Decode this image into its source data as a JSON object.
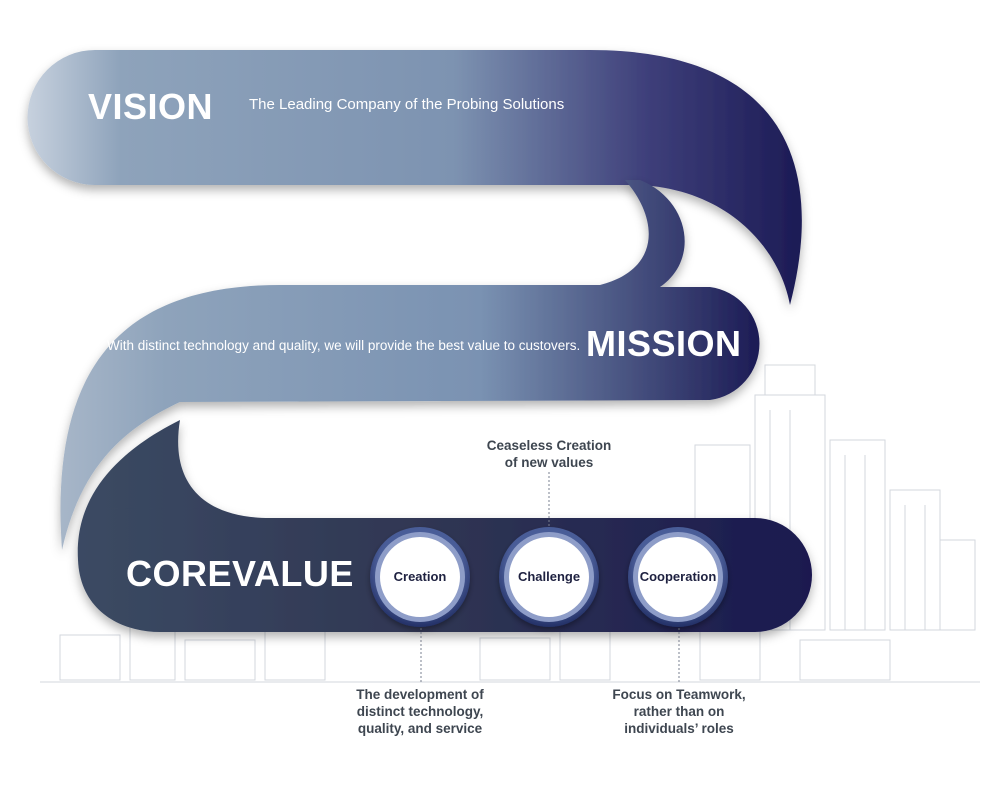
{
  "vision": {
    "title": "VISION",
    "text": "The Leading Company of the Probing Solutions"
  },
  "mission": {
    "title": "MISSION",
    "text": "With distinct technology and quality, we will provide the best value to custovers."
  },
  "corevalue": {
    "title": "COREVALUE",
    "values": [
      {
        "label": "Creation",
        "caption": "The development of distinct technology, quality, and service"
      },
      {
        "label": "Challenge",
        "caption": "Ceaseless Creation of new values"
      },
      {
        "label": "Cooperation",
        "caption": "Focus on Teamwork, rather than on individuals’ roles"
      }
    ]
  },
  "colors": {
    "band_light": "#8ea3bb",
    "band_mid": "#7a92b2",
    "band_dark": "#1c1b55",
    "core_dark": "#2e3a55",
    "caption_text": "#3e4650"
  }
}
